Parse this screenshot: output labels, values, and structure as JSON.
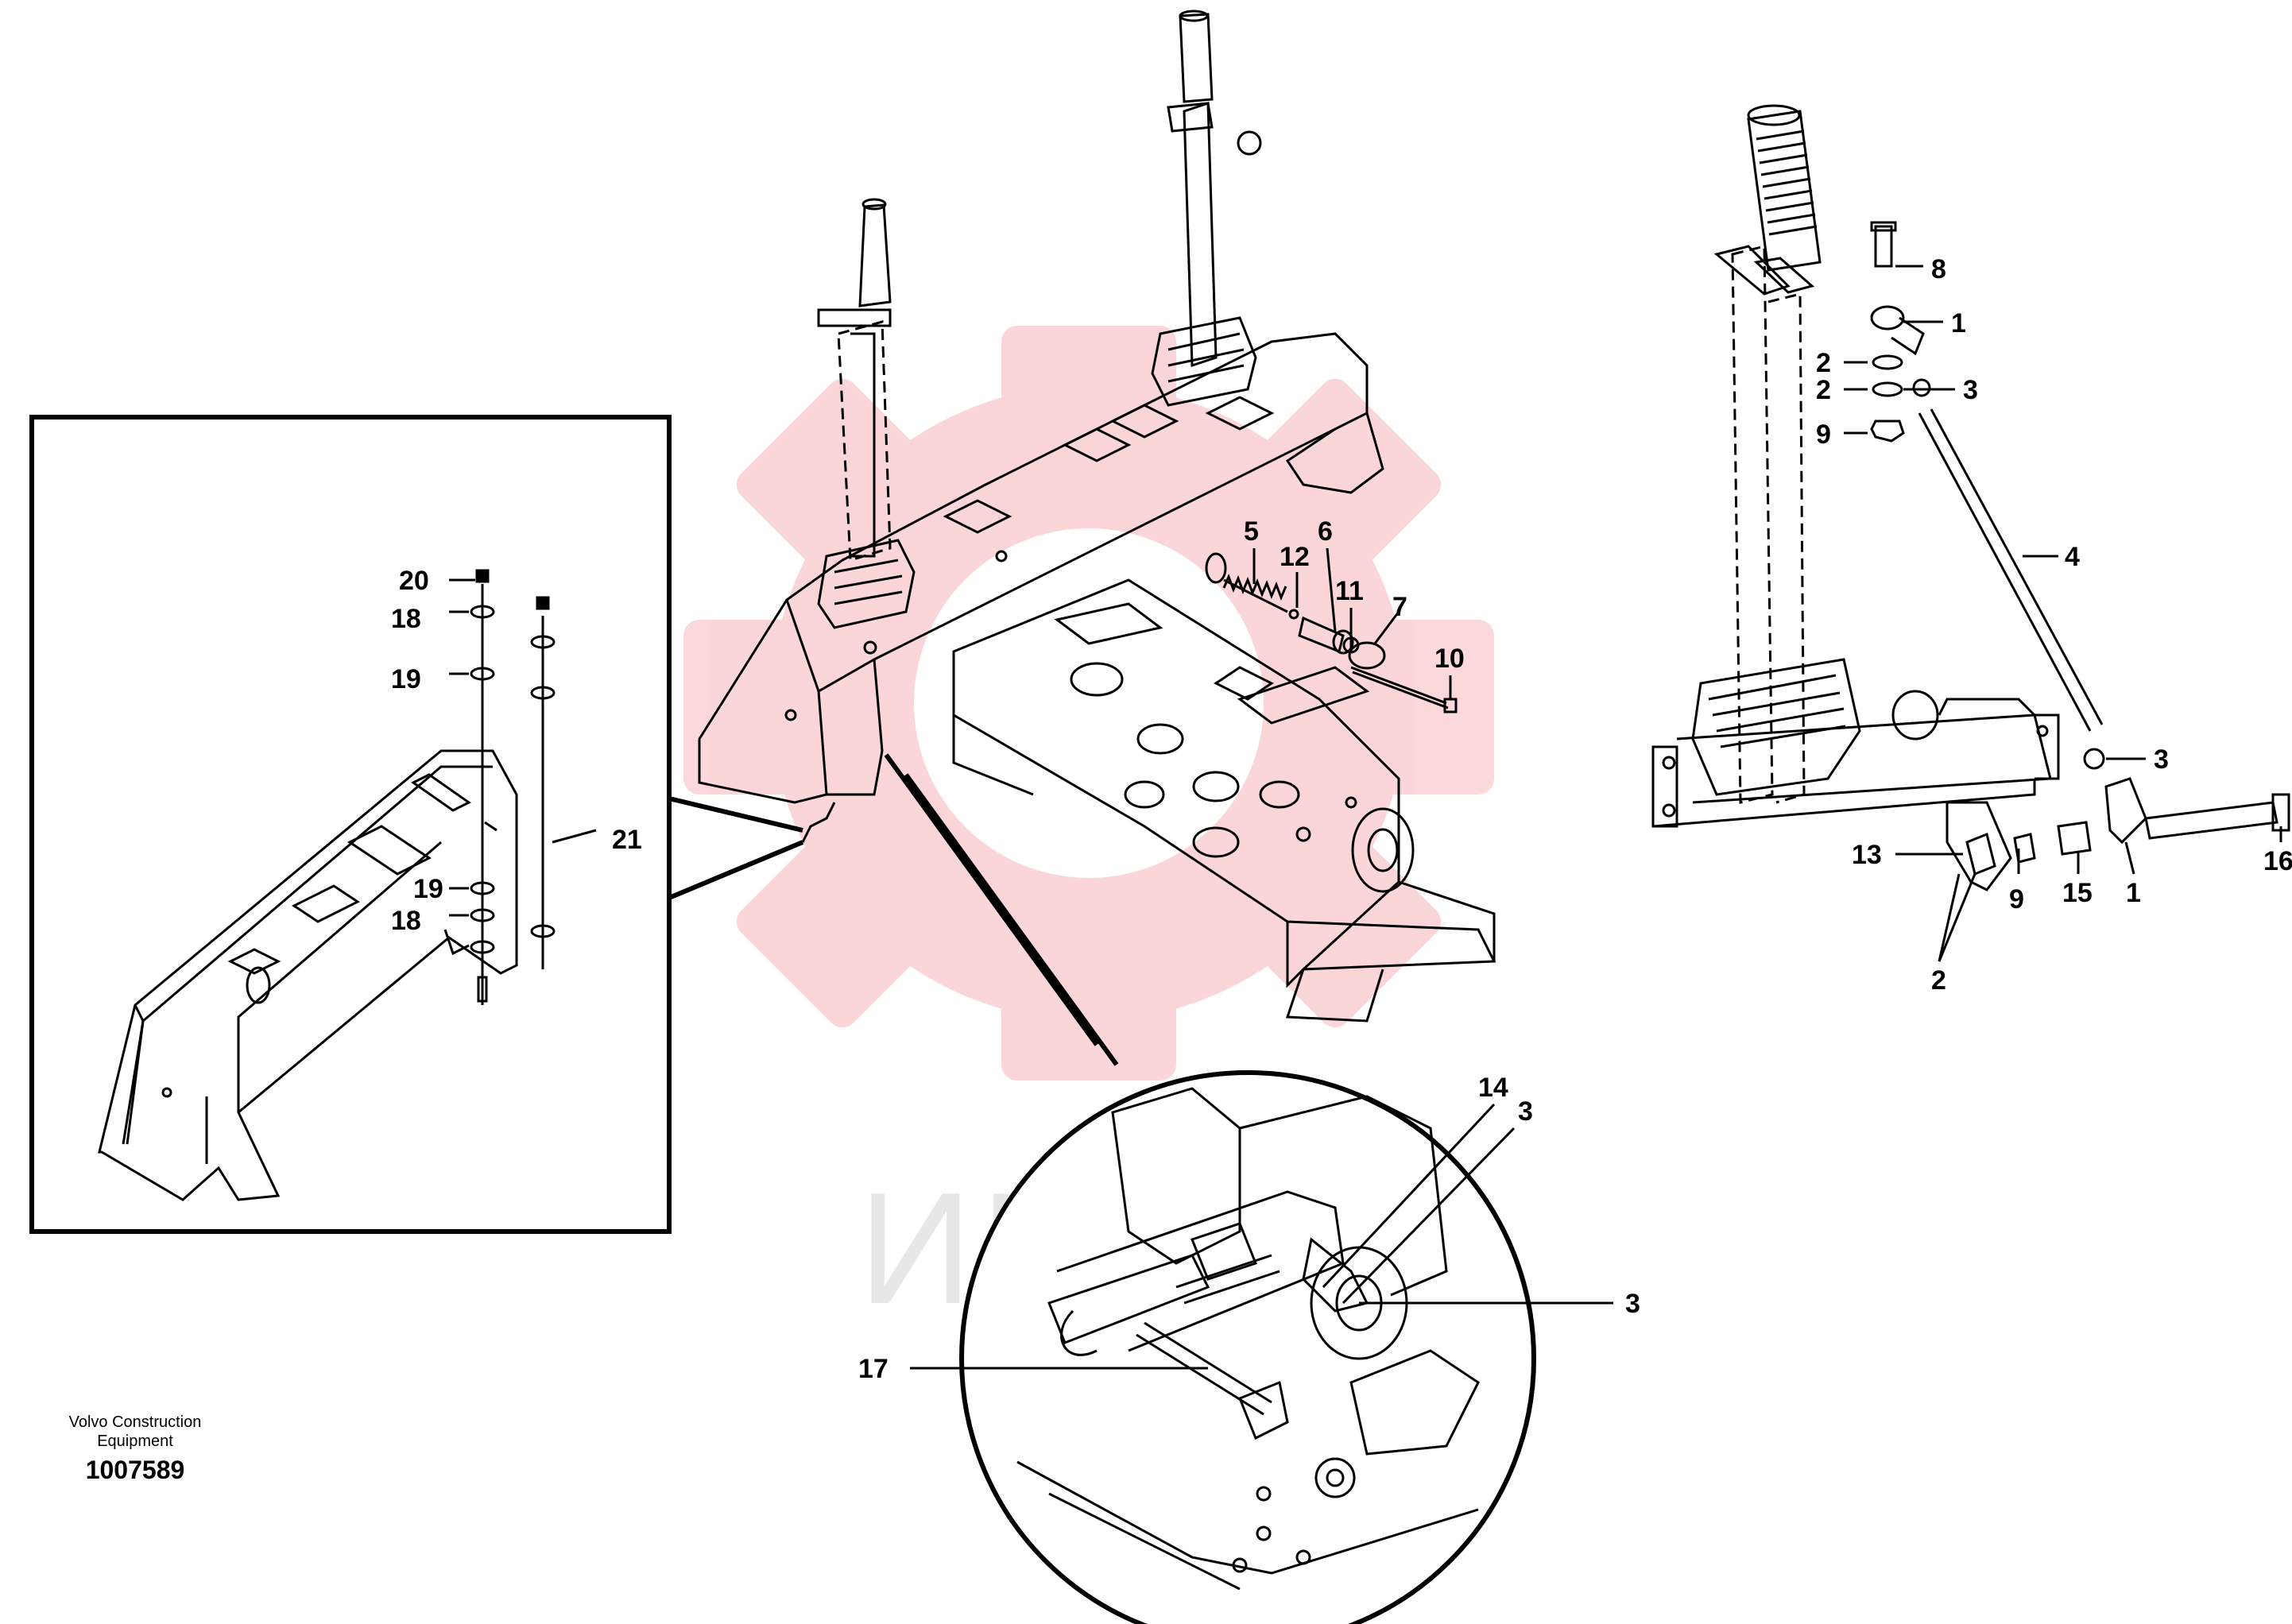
{
  "callouts": {
    "c1_top": "1",
    "c2_a": "2",
    "c2_b": "2",
    "c3_top": "3",
    "c4": "4",
    "c8": "8",
    "c9_top": "9",
    "c3_mid": "3",
    "c13": "13",
    "c9_bot": "9",
    "c15": "15",
    "c1_bot": "1",
    "c16": "16",
    "c2_bot": "2",
    "c5": "5",
    "c6": "6",
    "c12": "12",
    "c11": "11",
    "c7": "7",
    "c10": "10",
    "c20": "20",
    "c18_top": "18",
    "c19_top": "19",
    "c21": "21",
    "c19_bot": "19",
    "c18_bot": "18",
    "c14": "14",
    "c3_detail_top": "3",
    "c3_detail_right": "3",
    "c17": "17"
  },
  "credit": {
    "line1": "Volvo Construction",
    "line2": "Equipment",
    "doc_number": "1007589"
  },
  "watermark": {
    "text": "ИНТЕХ",
    "color": "#e8252b"
  }
}
